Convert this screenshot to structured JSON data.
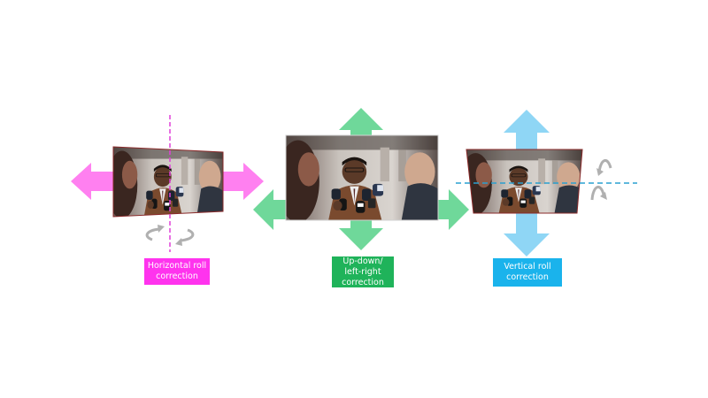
{
  "panels": [
    {
      "id": "horizontal",
      "label": "Horizontal roll\ncorrection",
      "label_color": "#ff33ee",
      "arrow_color": "#ff80f0",
      "guide_color": "#e040d8",
      "rotate_icon": "rotate-horizontal-icon"
    },
    {
      "id": "updown",
      "label": "Up-down/\nleft-right\ncorrection",
      "label_color": "#1fb35a",
      "arrow_color": "#6fd89a"
    },
    {
      "id": "vertical",
      "label": "Vertical roll\ncorrection",
      "label_color": "#1ab3ec",
      "arrow_color": "#8fd6f5",
      "guide_color": "#2aa0d0",
      "rotate_icon": "rotate-vertical-icon"
    }
  ],
  "colors": {
    "rotate_icon": "#b0b0b0",
    "frame": "#8a2a2a"
  }
}
